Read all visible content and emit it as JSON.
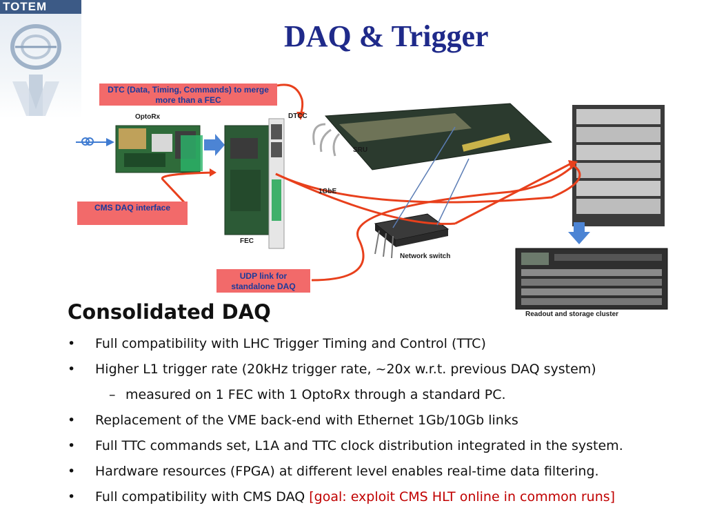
{
  "logo": {
    "text": "TOTEM"
  },
  "slide": {
    "title": "DAQ & Trigger"
  },
  "callouts": {
    "dtc": "DTC (Data, Timing, Commands) to merge more than a FEC",
    "cms_daq": "CMS DAQ interface",
    "udp": "UDP link for standalone DAQ"
  },
  "device_labels": {
    "optorx": "OptoRx",
    "dtcc": "DTCC",
    "sru": "SRU",
    "gbe": "1GbE",
    "fec": "FEC",
    "network_switch": "Network switch",
    "cluster": "Readout and storage cluster"
  },
  "section": {
    "heading": "Consolidated DAQ",
    "bullets": [
      {
        "marker": "•",
        "text": "Full compatibility with LHC Trigger Timing and Control (TTC)"
      },
      {
        "marker": "•",
        "text": "Higher L1 trigger rate (20kHz trigger rate, ~20x w.r.t. previous DAQ system)"
      },
      {
        "marker": "–",
        "text": "measured on 1 FEC with 1 OptoRx through a standard PC."
      },
      {
        "marker": "•",
        "text": "Replacement of the VME back-end with Ethernet 1Gb/10Gb links"
      },
      {
        "marker": "•",
        "text": "Full TTC commands set, L1A and TTC clock distribution integrated in the system."
      },
      {
        "marker": "•",
        "text": "Hardware resources (FPGA) at different level enables real-time data filtering."
      },
      {
        "marker": "•",
        "text": "Full compatibility with CMS DAQ ",
        "highlight": "[goal: exploit CMS HLT online in common runs]"
      }
    ]
  },
  "colors": {
    "title": "#1f2a8a",
    "callout_fill": "#f26a6a",
    "callout_text": "#1b3a9b",
    "arrow_red": "#e8401c",
    "arrow_blue": "#3f7bd1",
    "highlight_red": "#c00000"
  }
}
